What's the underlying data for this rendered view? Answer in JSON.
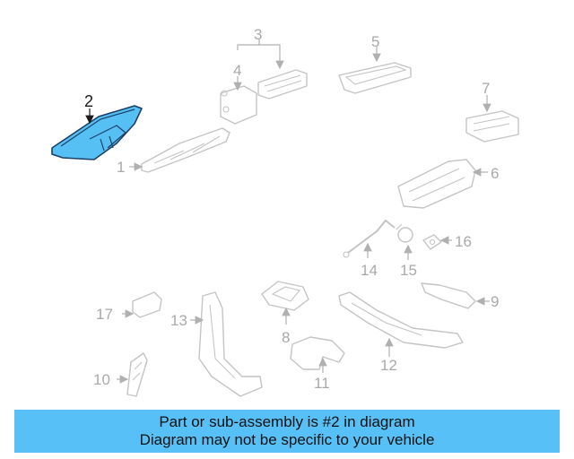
{
  "diagram": {
    "highlighted_part": "2",
    "callouts": [
      "1",
      "2",
      "3",
      "4",
      "5",
      "6",
      "7",
      "8",
      "9",
      "10",
      "11",
      "12",
      "13",
      "14",
      "15",
      "16",
      "17"
    ]
  },
  "banner": {
    "line1": "Part or sub-assembly is #2 in diagram",
    "line2": "Diagram may not be specific to your vehicle"
  },
  "colors": {
    "highlight_fill": "#56c0f5",
    "highlight_stroke": "#1c3f66",
    "part_stroke": "#c4c4c4",
    "banner_bg": "#57c0f6"
  }
}
